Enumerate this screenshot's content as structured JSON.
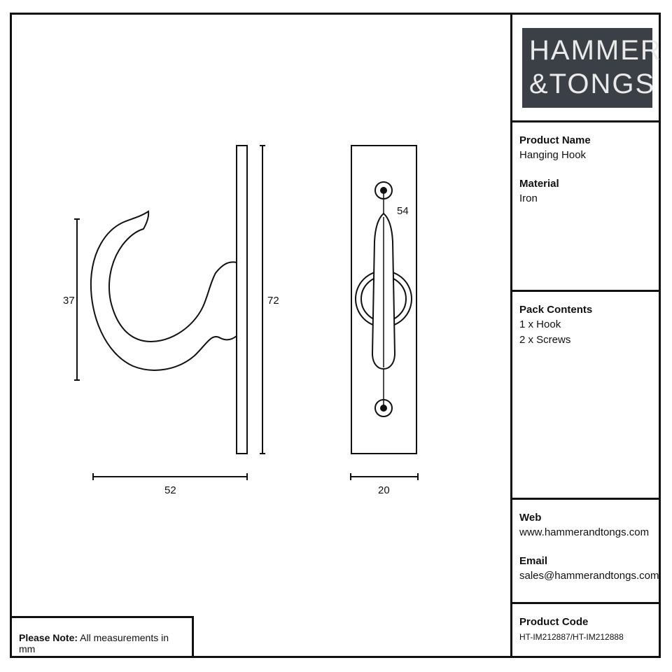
{
  "brand": {
    "logo_line1": "HAMMER",
    "logo_line2": "&TONGS",
    "logo_bg": "#3b3f46"
  },
  "drawing": {
    "dimensions": {
      "hook_height": "37",
      "plate_height": "72",
      "hook_depth": "52",
      "plate_width": "20",
      "screw_spacing": "54"
    }
  },
  "info": {
    "product_name_label": "Product Name",
    "product_name_value": "Hanging Hook",
    "material_label": "Material",
    "material_value": "Iron",
    "pack_contents_label": "Pack Contents",
    "pack_contents_items": [
      "1 x Hook",
      "2 x Screws"
    ],
    "web_label": "Web",
    "web_value": "www.hammerandtongs.com",
    "email_label": "Email",
    "email_value": "sales@hammerandtongs.com",
    "product_code_label": "Product Code",
    "product_code_value": "HT-IM212887/HT-IM212888"
  },
  "note": {
    "prefix": "Please Note:",
    "text": " All measurements in mm"
  }
}
